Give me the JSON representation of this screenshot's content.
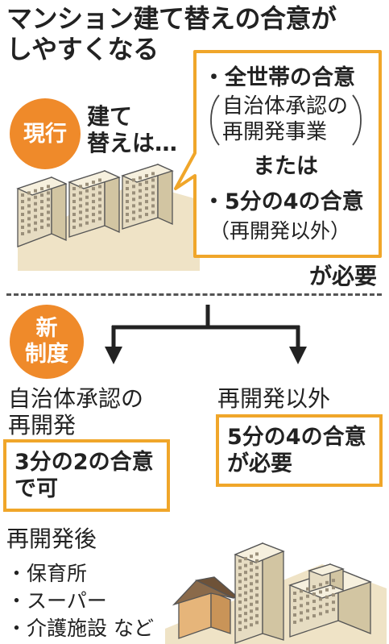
{
  "title": {
    "line1": "マンション建て替えの合意が",
    "line2": "しやすくなる"
  },
  "current": {
    "badge": "現行",
    "label_line1": "建て",
    "label_line2": "替えは…",
    "conditions": {
      "item1": "・全世帯の合意",
      "item1_note_line1": "自治体承認の",
      "item1_note_line2": "再開発事業",
      "or": "または",
      "item2": "・5分の4の合意",
      "item2_note": "（再開発以外）"
    },
    "required": "が必要"
  },
  "new_system": {
    "badge_line1": "新",
    "badge_line2": "制度",
    "left": {
      "heading_line1": "自治体承認の",
      "heading_line2": "再開発",
      "box_line1": "3分の2の合意",
      "box_line2": "で可"
    },
    "right": {
      "heading": "再開発以外",
      "box_line1": "5分の4の合意",
      "box_line2": "が必要"
    }
  },
  "after": {
    "heading": "再開発後",
    "items": [
      "・保育所",
      "・スーパー",
      "・介護施設 など"
    ]
  },
  "colors": {
    "accent": "#ef8a2a",
    "box_border": "#f0a62a",
    "ground": "#efe3c6",
    "building": "#f3ecd8"
  }
}
